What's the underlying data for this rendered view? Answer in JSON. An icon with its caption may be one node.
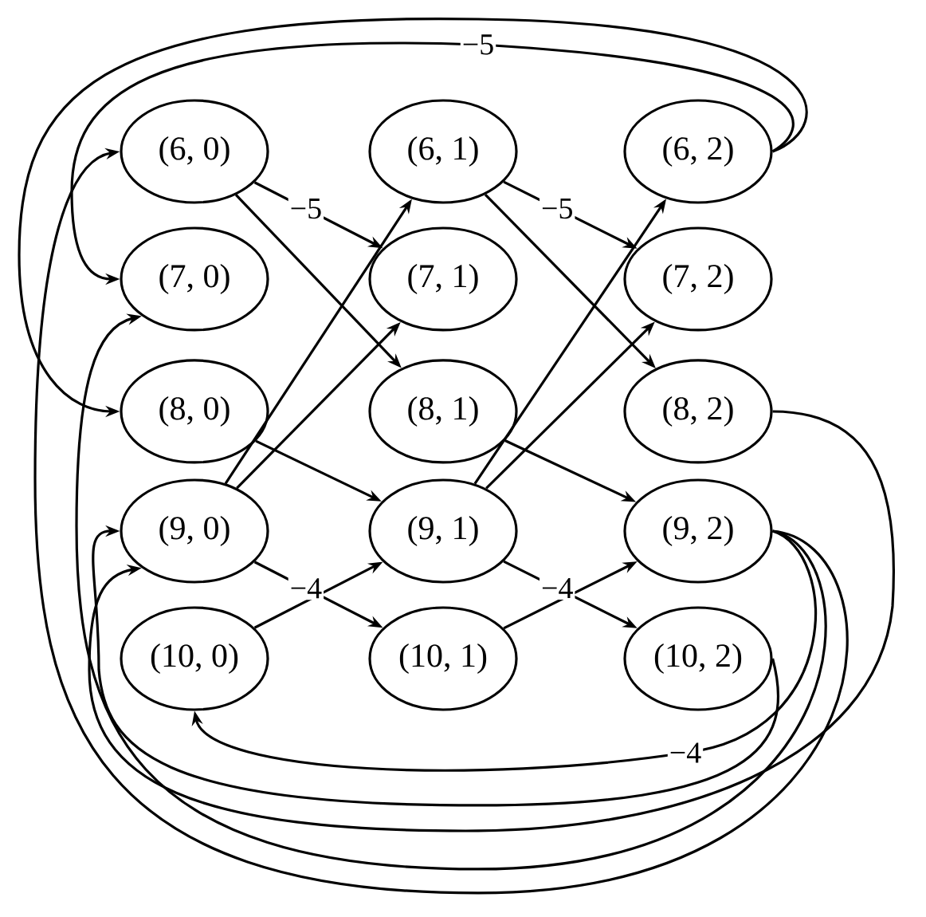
{
  "diagram": {
    "nodes": [
      {
        "text": [
          "(6, 0)"
        ]
      },
      {
        "text": [
          "(6, 1)"
        ]
      },
      {
        "text": [
          "(6, 2)"
        ]
      },
      {
        "text": [
          "(7, 0)"
        ]
      },
      {
        "text": [
          "(7, 1)"
        ]
      },
      {
        "text": [
          "(7, 2)"
        ]
      },
      {
        "text": [
          "(8, 0)"
        ]
      },
      {
        "text": [
          "(8, 1)"
        ]
      },
      {
        "text": [
          "(8, 2)"
        ]
      },
      {
        "text": [
          "(9, 0)"
        ]
      },
      {
        "text": [
          "(9, 1)"
        ]
      },
      {
        "text": [
          "(9, 2)"
        ]
      },
      {
        "text": [
          "(10, 0)"
        ]
      },
      {
        "text": [
          "(10, 1)"
        ]
      },
      {
        "text": [
          "(10, 2)"
        ]
      }
    ],
    "edges": [
      {
        "from": 0,
        "to": 4,
        "arrow": "to",
        "label": "−5"
      },
      {
        "from": 0,
        "to": 7,
        "arrow": "to"
      },
      {
        "from": 6,
        "to": 10,
        "arrow": "to"
      },
      {
        "from": 9,
        "to": 1,
        "arrow": "to"
      },
      {
        "from": 9,
        "to": 4,
        "arrow": "to"
      },
      {
        "from": 9,
        "to": 13,
        "arrow": "to",
        "label": "−4"
      },
      {
        "from": 12,
        "to": 10,
        "arrow": "to"
      },
      {
        "from": 1,
        "to": 5,
        "arrow": "to",
        "label": "−5"
      },
      {
        "from": 1,
        "to": 8,
        "arrow": "to"
      },
      {
        "from": 7,
        "to": 11,
        "arrow": "to"
      },
      {
        "from": 10,
        "to": 2,
        "arrow": "to"
      },
      {
        "from": 10,
        "to": 5,
        "arrow": "to"
      },
      {
        "from": 10,
        "to": 14,
        "arrow": "to",
        "label": "−4"
      },
      {
        "from": 13,
        "to": 11,
        "arrow": "to"
      },
      {
        "from": 2,
        "to": 3,
        "arrow": "to",
        "label": "−5"
      },
      {
        "from": 2,
        "to": 6,
        "arrow": "to"
      },
      {
        "from": 8,
        "to": 9,
        "arrow": "to"
      },
      {
        "from": 11,
        "to": 0,
        "arrow": "to"
      },
      {
        "from": 11,
        "to": 3,
        "arrow": "to"
      },
      {
        "from": 11,
        "to": 12,
        "arrow": "to",
        "label": "−4"
      },
      {
        "from": 14,
        "to": 9,
        "arrow": "to"
      }
    ]
  }
}
